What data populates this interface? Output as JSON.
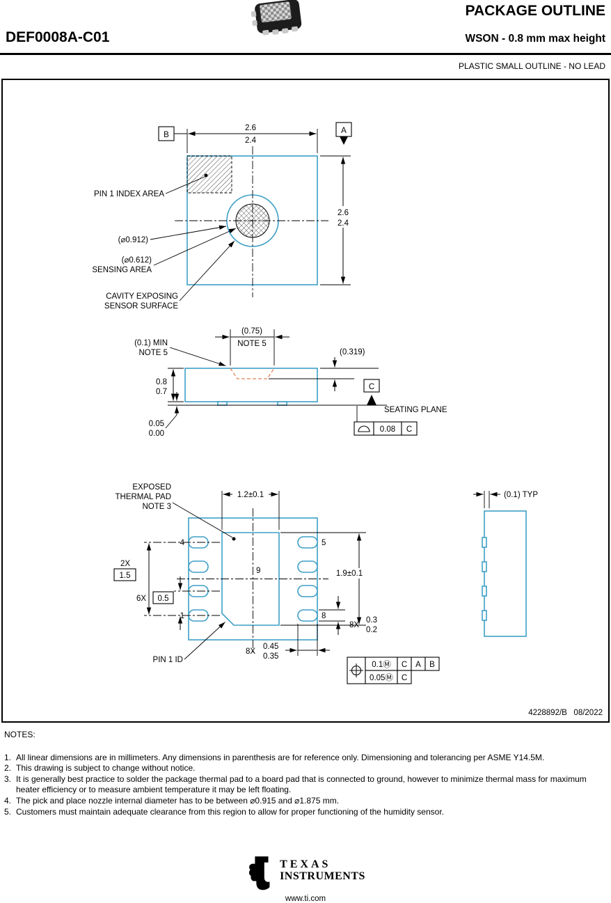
{
  "header": {
    "part_number": "DEF0008A-C01",
    "title": "PACKAGE OUTLINE",
    "subtitle": "WSON - 0.8 mm max height",
    "package_family": "PLASTIC SMALL OUTLINE - NO LEAD",
    "package_photo_icon": "chip-package-3d-icon"
  },
  "drawing": {
    "doc_number": "4228892/B   08/2022",
    "colors": {
      "outline_blue": "#3d9fc6",
      "cavity_orange": "#e0825a",
      "dimension_black": "#000000"
    },
    "top_view": {
      "datum_b": "B",
      "datum_a": "A",
      "width_upper": "2.6",
      "width_lower": "2.4",
      "height_upper": "2.6",
      "height_lower": "2.4",
      "pin1_index_label": "PIN 1 INDEX AREA",
      "outer_diameter": "(⌀0.912)",
      "inner_diameter": "(⌀0.612)",
      "sensing_area_label": "SENSING AREA",
      "cavity_label_line1": "CAVITY EXPOSING",
      "cavity_label_line2": "SENSOR SURFACE"
    },
    "side_view": {
      "min_dim": "(0.1) MIN",
      "min_dim_note": "NOTE 5",
      "cavity_width": "(0.75)",
      "cavity_width_note": "NOTE 5",
      "cavity_depth": "(0.319)",
      "height_upper": "0.8",
      "height_lower": "0.7",
      "standoff_upper": "0.05",
      "standoff_lower": "0.00",
      "datum_c": "C",
      "seating_plane_label": "SEATING PLANE",
      "flatness_symbol_icon": "seating-plane-flatness-symbol",
      "flatness_tolerance": "0.08",
      "flatness_datum": "C"
    },
    "bottom_view": {
      "thermal_pad_width": "1.2±0.1",
      "thermal_pad_length": "1.9±0.1",
      "exposed_pad_line1": "EXPOSED",
      "exposed_pad_line2": "THERMAL PAD",
      "exposed_pad_line3": "NOTE 3",
      "pin_4": "4",
      "pin_5": "5",
      "pin_1": "1",
      "pin_8": "8",
      "pin_9": "9",
      "dim_2x_label": "2X",
      "dim_2x_value": "1.5",
      "dim_6x_label": "6X",
      "dim_6x_value": "0.5",
      "pad_width_count": "8X",
      "pad_width_upper": "0.3",
      "pad_width_lower": "0.2",
      "pad_length_count": "8X",
      "pad_length_upper": "0.45",
      "pad_length_lower": "0.35",
      "pin1_id_label": "PIN 1 ID",
      "position_symbol_icon": "position-tolerance-symbol",
      "fcf_row1_tolerance": "0.1Ⓜ",
      "fcf_row1_datum1": "C",
      "fcf_row1_datum2": "A",
      "fcf_row1_datum3": "B",
      "fcf_row2_tolerance": "0.05Ⓜ",
      "fcf_row2_datum1": "C",
      "pullback_dim": "(0.1) TYP"
    }
  },
  "notes": {
    "heading": "NOTES:",
    "items": [
      {
        "num": "1.",
        "text": "All linear dimensions are in millimeters. Any dimensions in parenthesis are for reference only. Dimensioning and tolerancing per ASME Y14.5M."
      },
      {
        "num": "2.",
        "text": "This drawing is subject to change without notice."
      },
      {
        "num": "3.",
        "text": "It is generally best practice to solder the package thermal pad to a board pad that is connected to ground, however to minimize thermal mass for maximum heater efficiency or to measure ambient temperature it may be left floating."
      },
      {
        "num": "4.",
        "text": "The pick and place nozzle internal diameter has to be between ⌀0.915 and ⌀1.875 mm."
      },
      {
        "num": "5.",
        "text": "Customers must maintain adequate clearance from this region to allow for proper functioning of the humidity sensor."
      }
    ]
  },
  "footer": {
    "brand_line1": "TEXAS",
    "brand_line2": "INSTRUMENTS",
    "website": "www.ti.com",
    "logo_icon": "ti-bug-logo"
  }
}
